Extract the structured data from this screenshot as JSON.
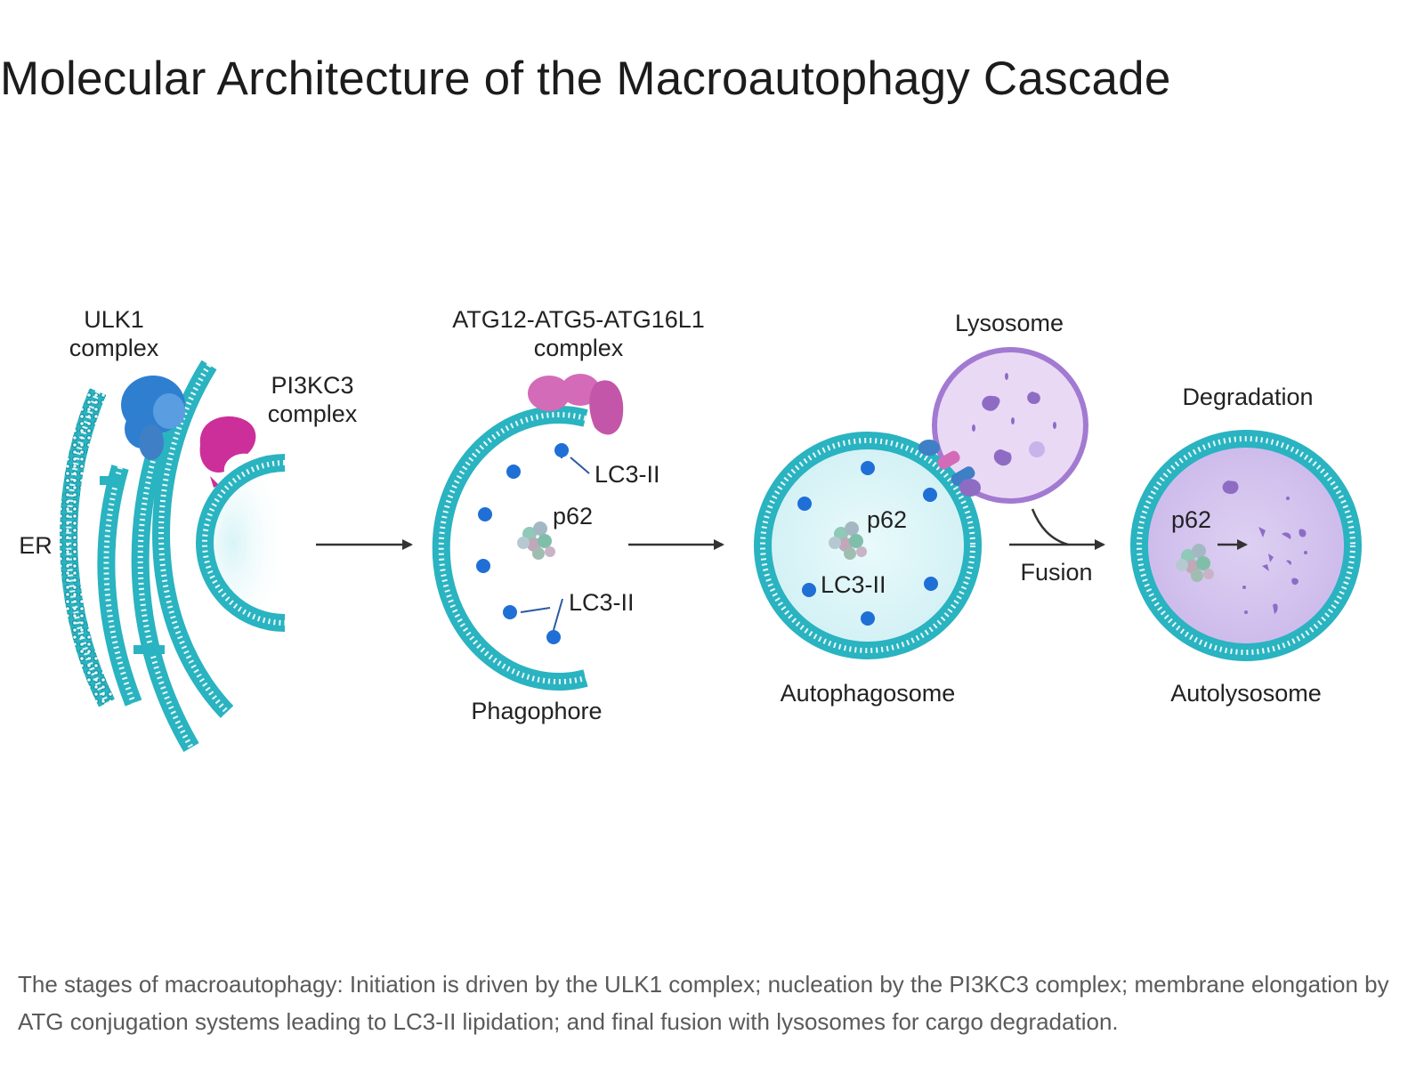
{
  "title": "Molecular Architecture of the Macroautophagy Cascade",
  "labels": {
    "ulk1_line1": "ULK1",
    "ulk1_line2": "complex",
    "pi3kc3_line1": "PI3KC3",
    "pi3kc3_line2": "complex",
    "er": "ER",
    "atg_line1": "ATG12-ATG5-ATG16L1",
    "atg_line2": "complex",
    "lc3_top": "LC3-II",
    "p62_phagophore": "p62",
    "lc3_bottom": "LC3-II",
    "phagophore": "Phagophore",
    "lysosome": "Lysosome",
    "p62_autophagosome": "p62",
    "lc3_autophagosome": "LC3-II",
    "autophagosome": "Autophagosome",
    "fusion": "Fusion",
    "degradation": "Degradation",
    "p62_autolysosome": "p62",
    "autolysosome": "Autolysosome"
  },
  "caption": "The stages of macroautophagy: Initiation is driven by the ULK1 complex; nucleation by the PI3KC3 complex; membrane elongation by ATG conjugation systems leading to LC3-II lipidation; and final fusion with lysosomes for cargo degradation.",
  "colors": {
    "membrane": "#2ab3c0",
    "membrane_dark": "#158f9c",
    "ulk1": "#2f7fd0",
    "pi3kc3": "#cc2f9a",
    "atg_complex": "#d36bb8",
    "lc3": "#1f6fd6",
    "lysosome_fill": "#ead9f5",
    "lysosome_edge": "#a27ad1",
    "cargo": "#8e6cc4"
  }
}
